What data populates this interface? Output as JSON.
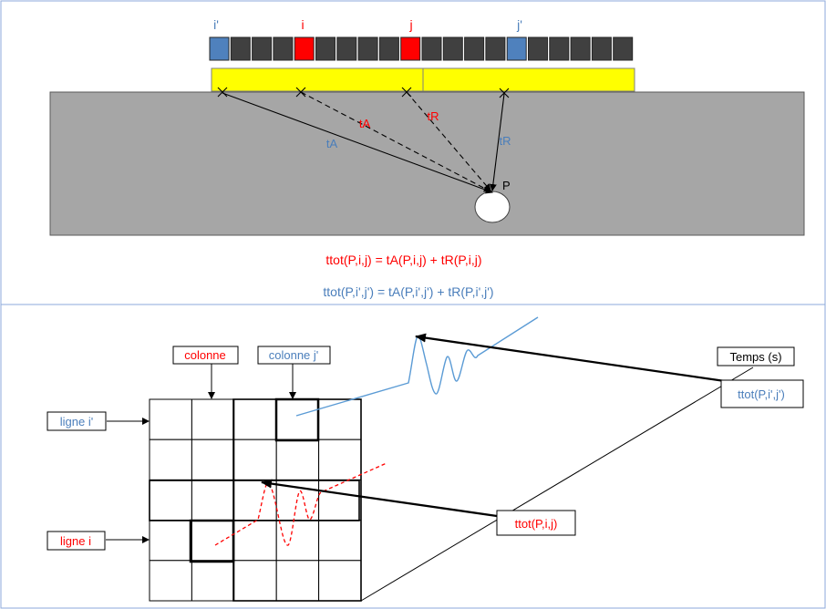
{
  "colors": {
    "red": "#ff0000",
    "blue": "#4a7ebb",
    "element_blue": "#4f81bd",
    "element_dark": "#404040",
    "wedge_yellow": "#ffff00",
    "medium_gray": "#a6a6a6",
    "frame_border": "#8eaadb"
  },
  "probe": {
    "label_i_prime": "i'",
    "label_i": "i",
    "label_j": "j",
    "label_j_prime": "j'"
  },
  "rays": {
    "ta_red": "tA",
    "tr_red": "tR",
    "ta_blue": "tA",
    "tr_blue": "tR",
    "point": "P"
  },
  "equations": {
    "red": "ttot(P,i,j) = tA(P,i,j) + tR(P,i,j)",
    "blue": "ttot(P,i',j') = tA(P,i',j') + tR(P,i',j')"
  },
  "matrix": {
    "colonne": "colonne",
    "colonne_j_prime": "colonne j'",
    "ligne_i_prime": "ligne i'",
    "ligne_i": "ligne i",
    "temps": "Temps (s)",
    "ttot_prime": "ttot(P,i',j')",
    "ttot": "ttot(P,i,j)"
  }
}
